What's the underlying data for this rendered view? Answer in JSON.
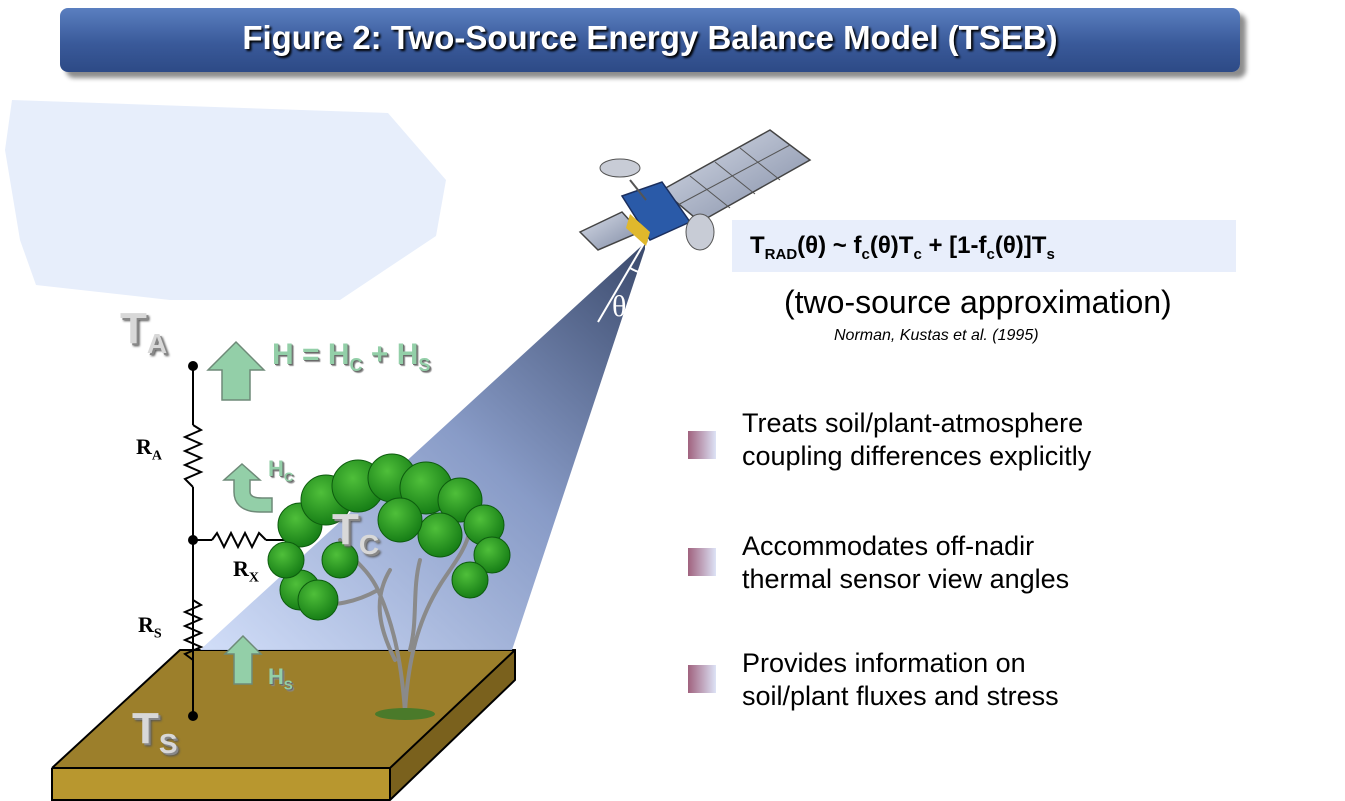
{
  "title": "Figure 2: Two-Source Energy Balance Model (TSEB)",
  "formula": {
    "main": "T",
    "main_sub": "RAD",
    "theta1": "(θ) ~ f",
    "fc_sub": "c",
    "theta2": "(θ)T",
    "tc_sub": "c",
    "rest": " + [1-f",
    "fc2_sub": "c",
    "theta3": "(θ)]T",
    "ts_sub": "s"
  },
  "approximation": "(two-source approximation)",
  "citation": "Norman, Kustas et al. (1995)",
  "bullets": [
    {
      "line1": "Treats soil/plant-atmosphere",
      "line2": "coupling differences explicitly"
    },
    {
      "line1": "Accommodates off-nadir",
      "line2": "thermal sensor view angles"
    },
    {
      "line1": "Provides information on",
      "line2": "soil/plant fluxes and stress"
    }
  ],
  "symbols": {
    "ta": "T",
    "ta_sub": "A",
    "tc": "T",
    "tc_sub": "C",
    "ts": "T",
    "ts_sub": "S",
    "h_eq": "H = H",
    "h_eq_sub1": "C",
    "h_plus": " + H",
    "h_eq_sub2": "S",
    "hc": "H",
    "hc_sub": "C",
    "hs": "H",
    "hs_sub": "S",
    "ra": "R",
    "ra_sub": "A",
    "rx": "R",
    "rx_sub": "X",
    "rs": "R",
    "rs_sub": "S",
    "theta": "θ"
  },
  "colors": {
    "title_bar": "#3a5a9a",
    "sky": "#e7eefb",
    "soil_top": "#9c7f2b",
    "soil_side": "#b8972f",
    "flux_arrow": "#93cfa8",
    "tree_green": "#1f8a1f"
  }
}
